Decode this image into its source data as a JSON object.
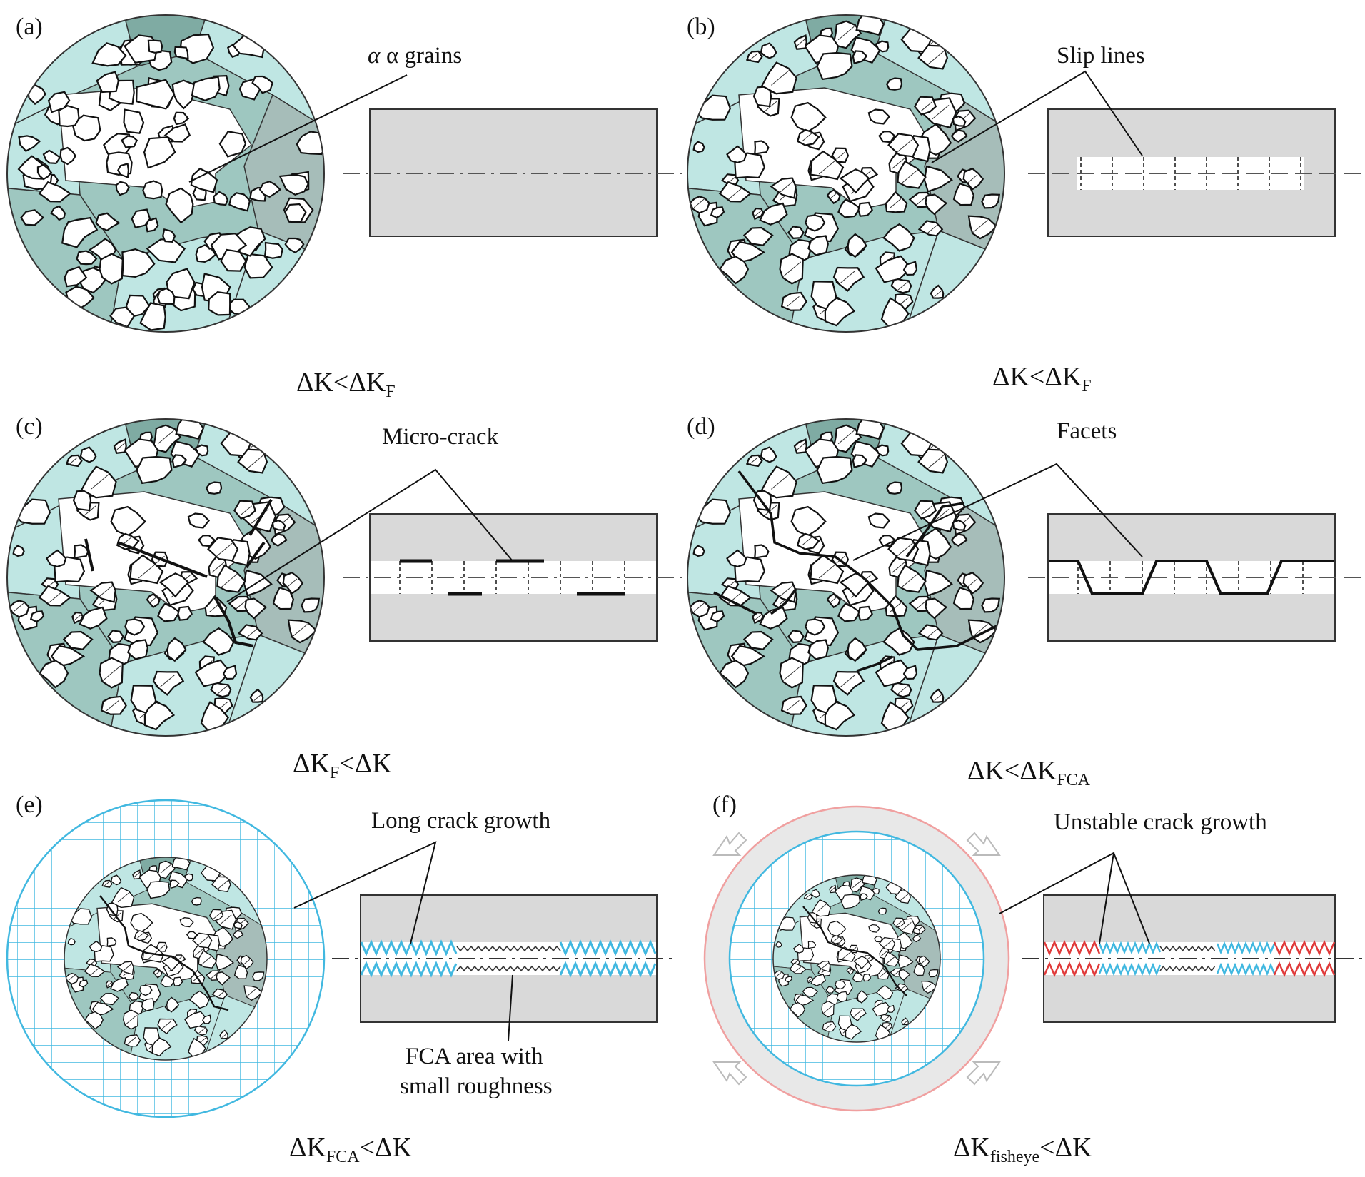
{
  "panels": [
    {
      "label": "(a)",
      "callout": [
        "α grains"
      ],
      "condition": {
        "a": "ΔK",
        "rel": "<",
        "b": "ΔK",
        "bsub": "F",
        "asub": ""
      }
    },
    {
      "label": "(b)",
      "callout": [
        "Slip lines"
      ],
      "condition": {
        "a": "ΔK",
        "rel": "<",
        "b": "ΔK",
        "bsub": "F",
        "asub": ""
      }
    },
    {
      "label": "(c)",
      "callout": [
        "Micro-crack"
      ],
      "condition": {
        "a": "ΔK",
        "asub": "F",
        "rel": "<",
        "b": "ΔK",
        "bsub": ""
      }
    },
    {
      "label": "(d)",
      "callout": [
        "Facets"
      ],
      "condition": {
        "a": "ΔK",
        "rel": "<",
        "b": "ΔK",
        "bsub": "FCA",
        "asub": ""
      }
    },
    {
      "label": "(e)",
      "callout": [
        "Long crack growth",
        "FCA area with",
        "small roughness"
      ],
      "condition": {
        "a": "ΔK",
        "asub": "FCA",
        "rel": "<",
        "b": "ΔK",
        "bsub": ""
      }
    },
    {
      "label": "(f)",
      "callout": [
        "Unstable crack growth"
      ],
      "condition": {
        "a": "ΔK",
        "asub": "fisheye",
        "rel": "<",
        "b": "ΔK",
        "bsub": ""
      }
    }
  ],
  "colors": {
    "grain_light": "#bfe6e3",
    "grain_mid": "#9ec7c0",
    "grain_dark": "#7faba3",
    "grain_grey": "#a6bdb9",
    "specimen": "#d9d9d9",
    "grid": "#41b8e0",
    "hot": "#e03a3a",
    "ring": "#e8e8e8",
    "ring_edge": "#f0a0a0",
    "ink": "#111111"
  }
}
